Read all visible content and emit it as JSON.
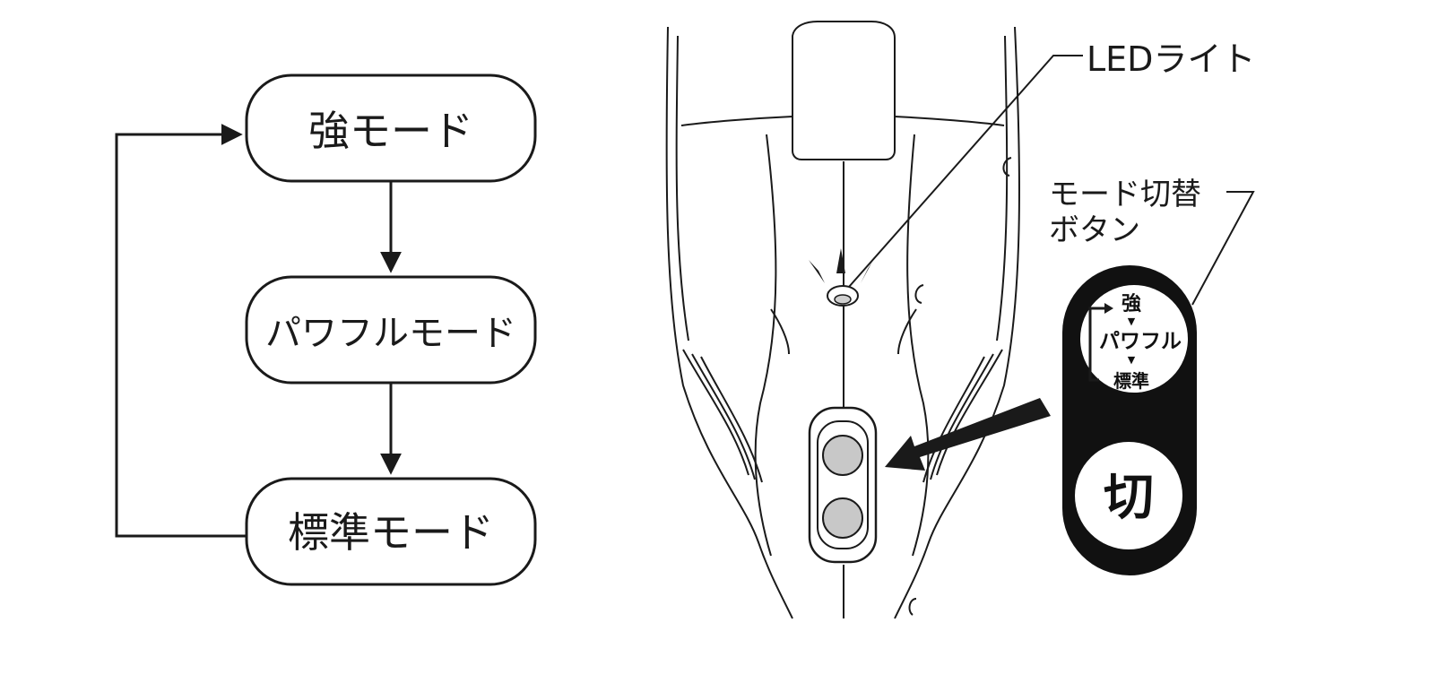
{
  "flow": {
    "strong_mode": "強モード",
    "powerful_mode": "パワフルモード",
    "standard_mode": "標準モード"
  },
  "callouts": {
    "led_light": "LEDライト",
    "mode_switch_line1": "モード切替",
    "mode_switch_line2": "ボタン"
  },
  "panel": {
    "strong": "強",
    "down_marker_1": "▼",
    "powerful": "パワフル",
    "down_marker_2": "▼",
    "standard": "標準",
    "off": "切"
  },
  "colors": {
    "ink": "#1a1a1a",
    "panel_fill": "#111111",
    "button_gray": "#c8c8c8",
    "background": "#ffffff"
  }
}
